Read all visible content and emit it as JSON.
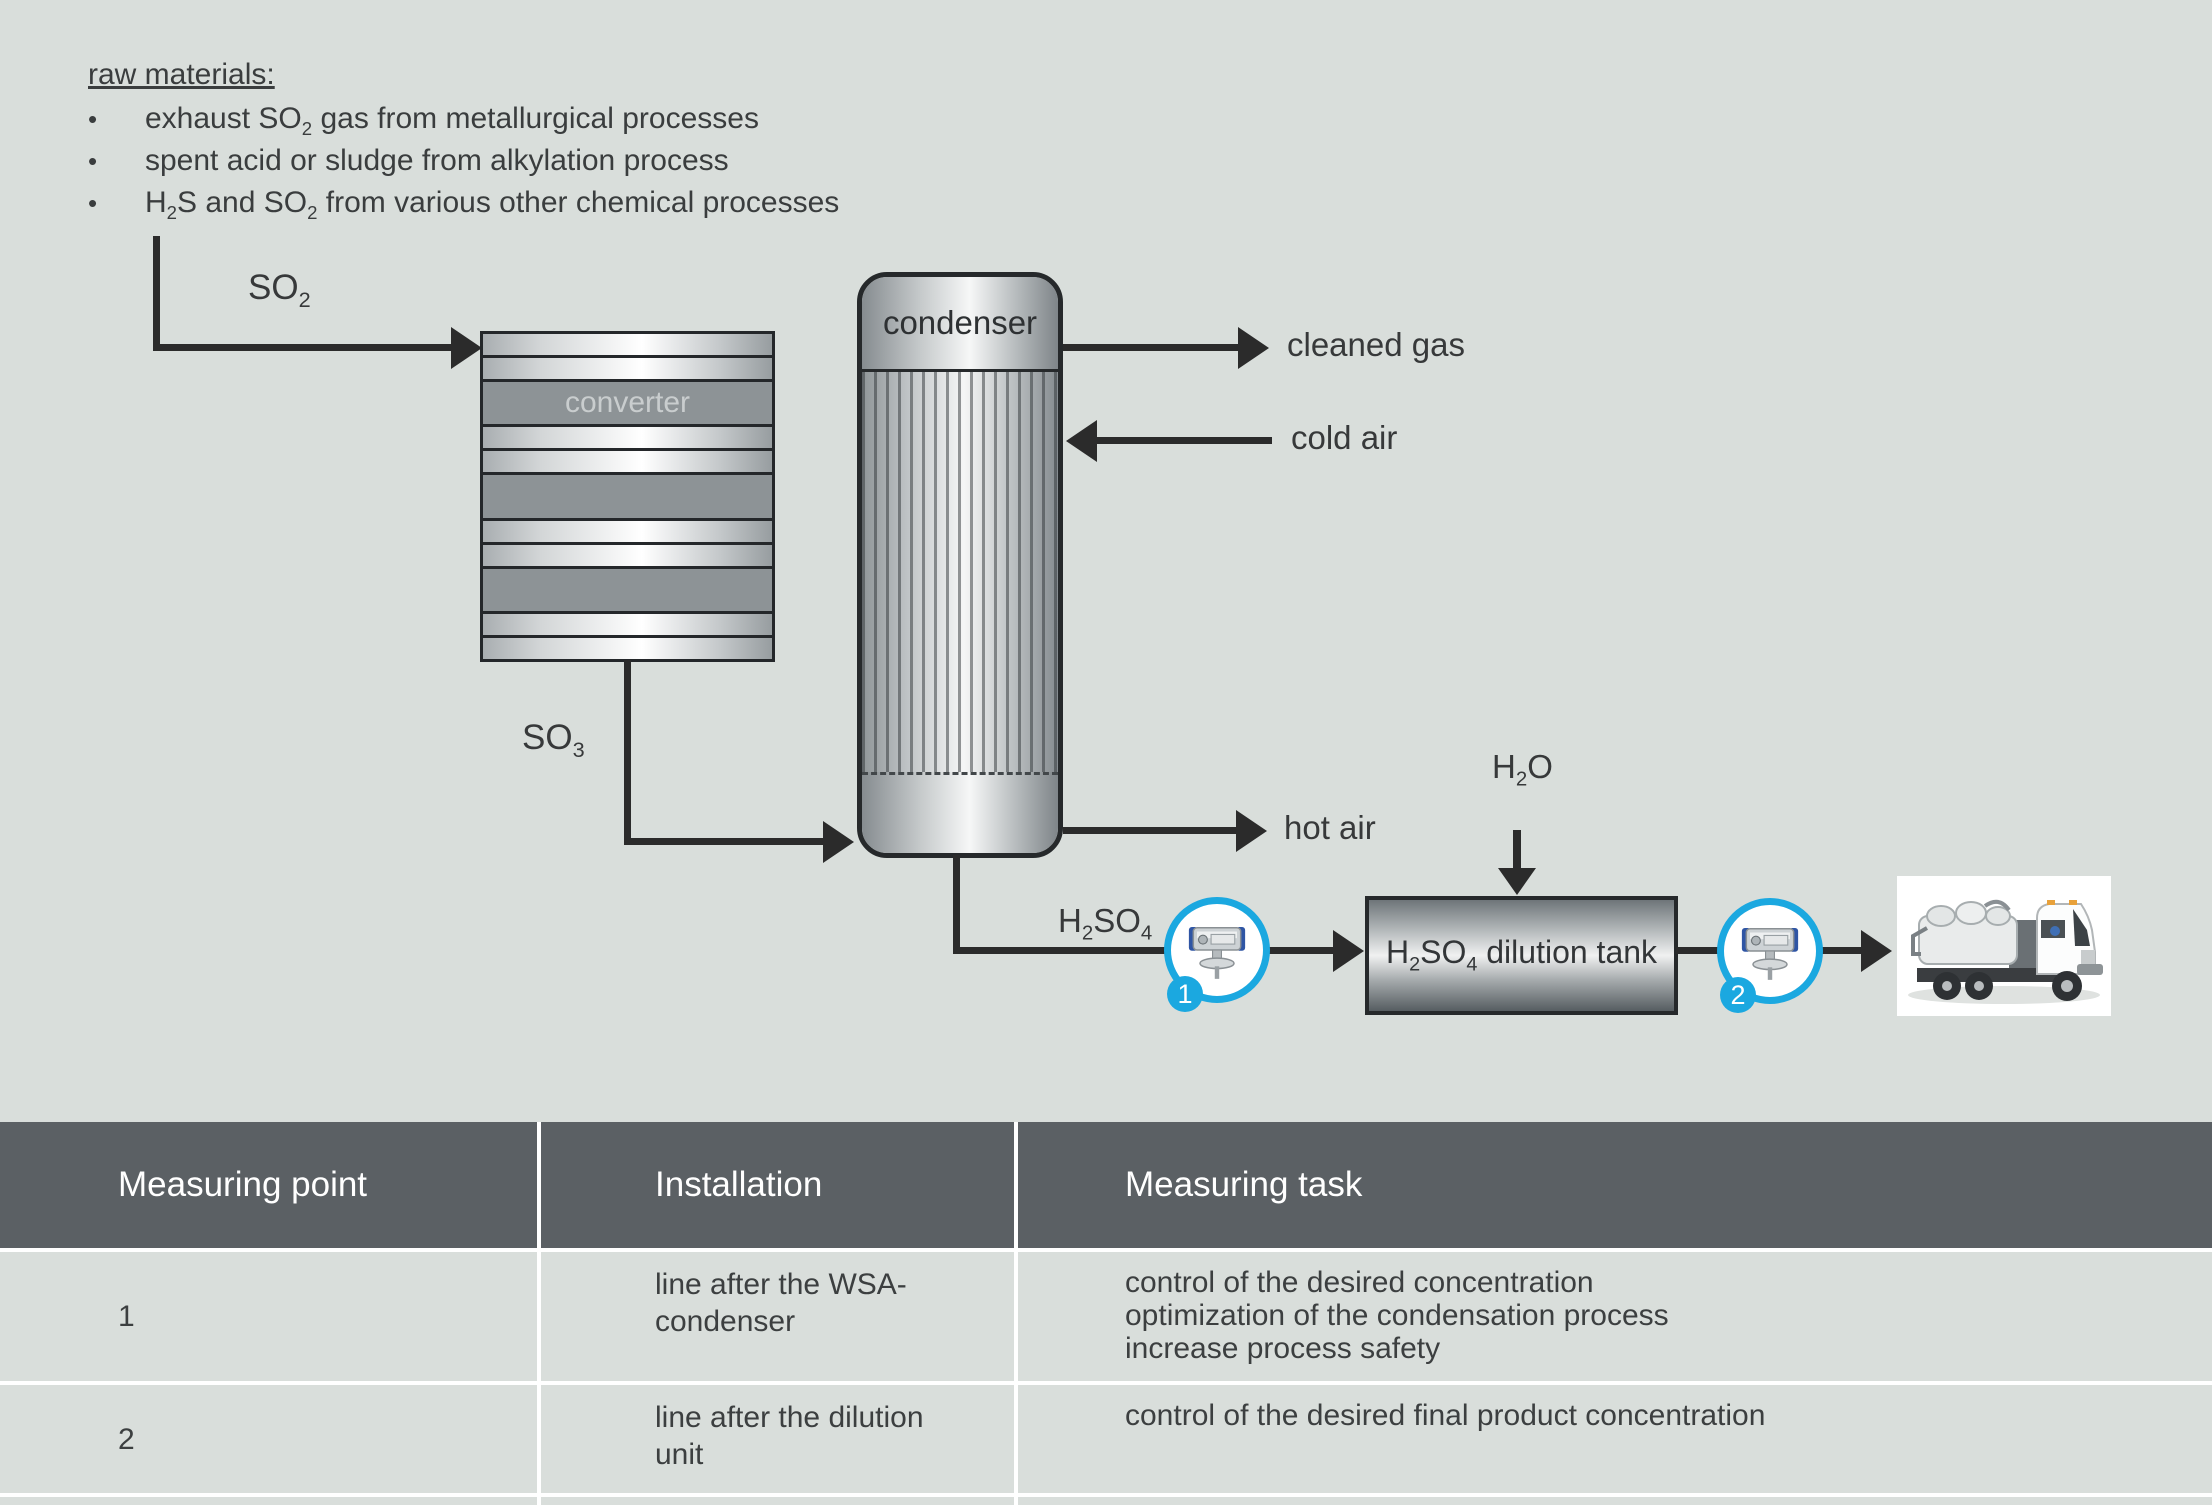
{
  "colors": {
    "background": "#D9DEDB",
    "accent_cyan": "#1BA8E0",
    "table_header": "#5B6064",
    "flow_line": "#2B2B2B"
  },
  "raw_materials": {
    "title": "raw materials:",
    "bullet_char": "•",
    "bullets": [
      {
        "segments": [
          {
            "t": "exhaust SO"
          },
          {
            "t": "2",
            "sub": true
          },
          {
            "t": " gas from metallurgical processes"
          }
        ]
      },
      {
        "segments": [
          {
            "t": "spent acid or sludge from alkylation process"
          }
        ]
      },
      {
        "segments": [
          {
            "t": "H"
          },
          {
            "t": "2",
            "sub": true
          },
          {
            "t": "S and SO"
          },
          {
            "t": "2",
            "sub": true
          },
          {
            "t": " from various other chemical processes"
          }
        ]
      }
    ]
  },
  "diagram": {
    "equipment": {
      "converter_label": "converter",
      "condenser_label": "condenser",
      "dilution_tank_segments": [
        {
          "t": "H"
        },
        {
          "t": "2",
          "sub": true
        },
        {
          "t": "SO"
        },
        {
          "t": "4",
          "sub": true
        },
        {
          "t": " dilution tank"
        }
      ]
    },
    "streams": {
      "so2": [
        {
          "t": "SO"
        },
        {
          "t": "2",
          "sub": true
        }
      ],
      "so3": [
        {
          "t": "SO"
        },
        {
          "t": "3",
          "sub": true
        }
      ],
      "h2so4": [
        {
          "t": "H"
        },
        {
          "t": "2",
          "sub": true
        },
        {
          "t": "SO"
        },
        {
          "t": "4",
          "sub": true
        }
      ],
      "h2o": [
        {
          "t": "H"
        },
        {
          "t": "2",
          "sub": true
        },
        {
          "t": "O"
        }
      ],
      "cleaned_gas": "cleaned gas",
      "cold_air": "cold air",
      "hot_air": "hot air"
    },
    "measuring_points": [
      {
        "number": "1"
      },
      {
        "number": "2"
      }
    ]
  },
  "table": {
    "headers": [
      "Measuring point",
      "Installation",
      "Measuring task"
    ],
    "rows": [
      {
        "point": "1",
        "installation_lines": [
          "line after the WSA-",
          "condenser"
        ],
        "task_lines": [
          "control of the desired concentration",
          "optimization of the condensation process",
          "increase process safety"
        ]
      },
      {
        "point": "2",
        "installation_lines": [
          "line after the dilution",
          "unit"
        ],
        "task_lines": [
          "control of the desired final product concentration"
        ]
      }
    ]
  }
}
